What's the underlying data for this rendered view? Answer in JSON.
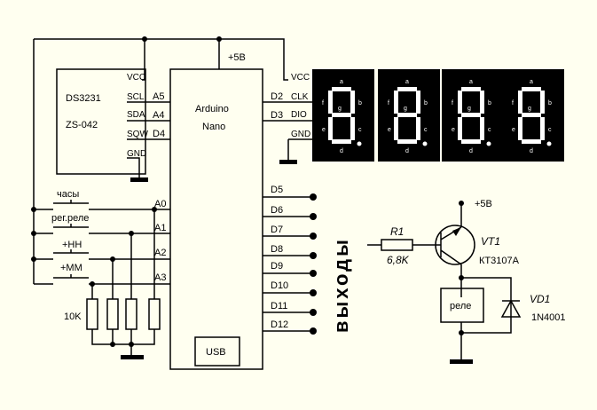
{
  "rtc": {
    "name": "DS3231",
    "model": "ZS-042",
    "pins": [
      "VCC",
      "SCL",
      "SDA",
      "SQW",
      "GND"
    ]
  },
  "arduino": {
    "name_line1": "Arduino",
    "name_line2": "Nano",
    "left_pins": [
      "A5",
      "A4",
      "D4",
      "A0",
      "A1",
      "A2",
      "A3"
    ],
    "right_pins": [
      "D2",
      "D3",
      "D5",
      "D6",
      "D7",
      "D8",
      "D9",
      "D10",
      "D11",
      "D12"
    ],
    "usb": "USB"
  },
  "power": {
    "plus5v": "+5В",
    "plus5v_right": "+5В"
  },
  "display": {
    "pins": [
      "VCC",
      "CLK",
      "DIO",
      "GND"
    ],
    "segments": [
      "a",
      "b",
      "c",
      "d",
      "e",
      "f",
      "g"
    ]
  },
  "buttons": [
    "часы",
    "рег.реле",
    "+НН",
    "+ММ"
  ],
  "resistor_pulldown": "10K",
  "outputs_label": "выходы",
  "transistor": {
    "ref": "VT1",
    "part": "КТ3107А"
  },
  "resistor": {
    "ref": "R1",
    "value": "6,8K"
  },
  "relay": "реле",
  "diode": {
    "ref": "VD1",
    "part": "1N4001"
  }
}
